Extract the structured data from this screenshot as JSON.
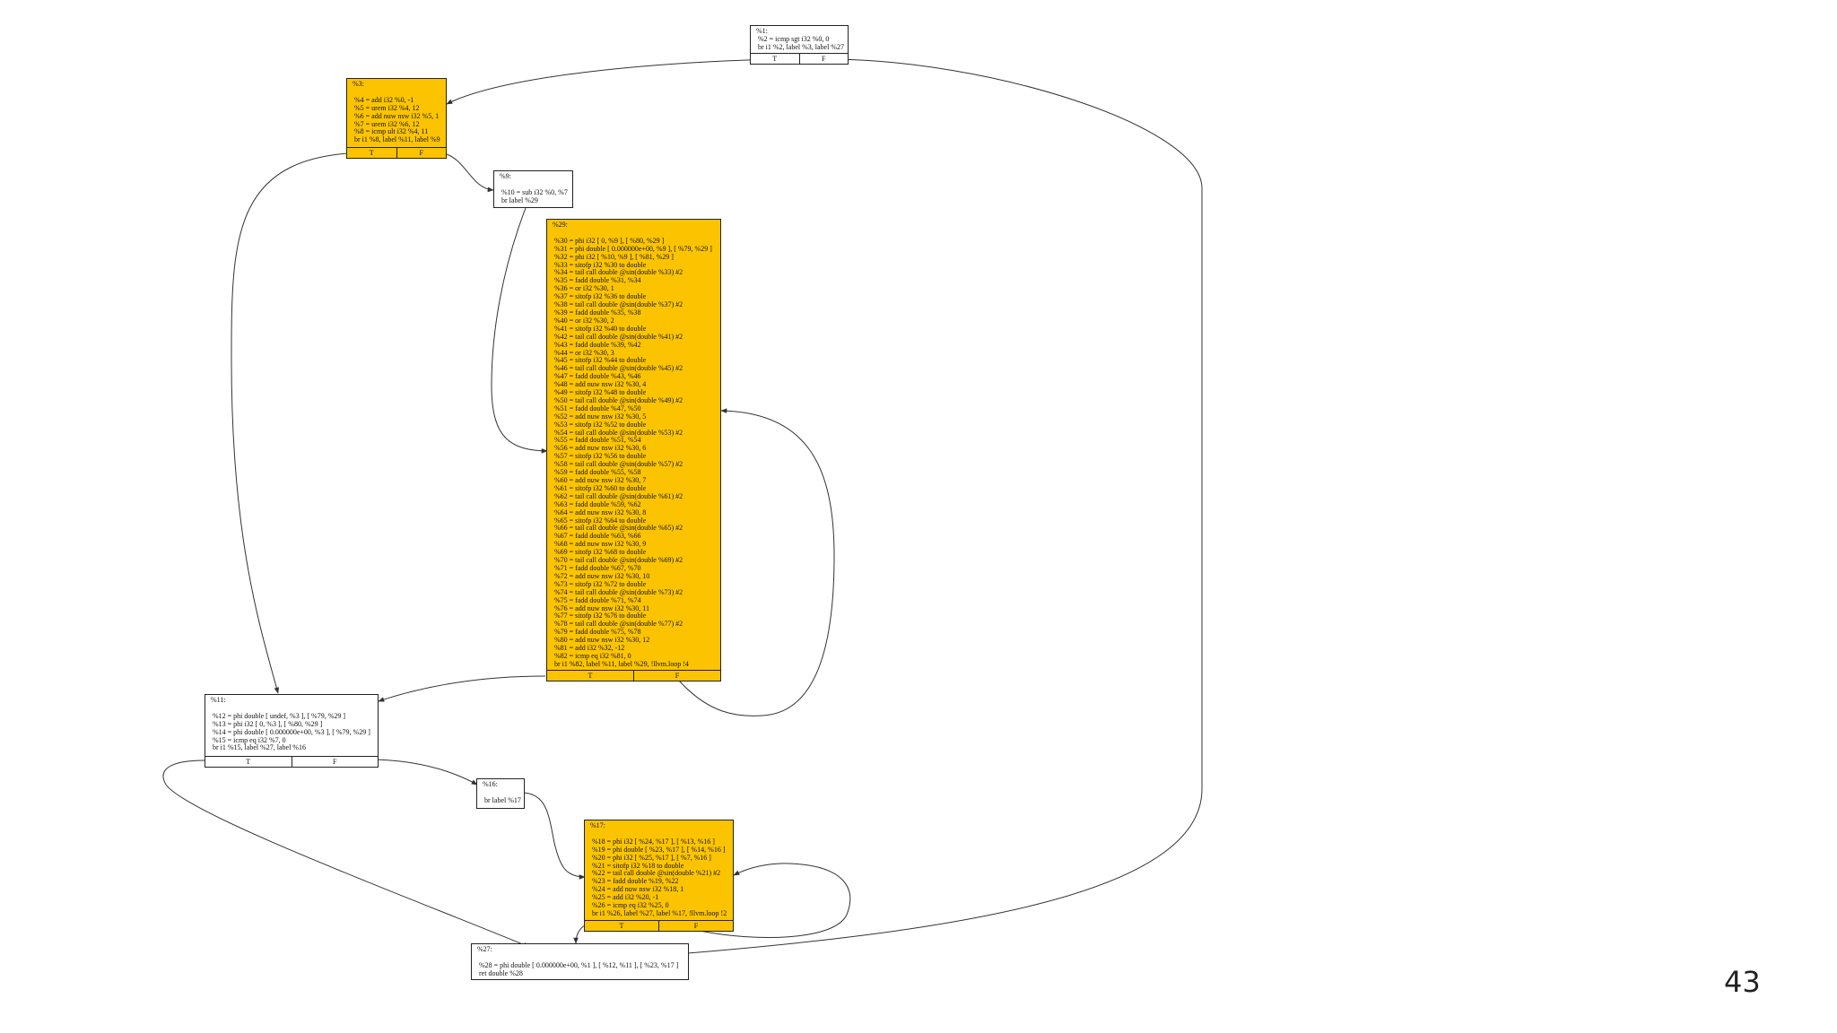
{
  "page_number": "43",
  "blocks": {
    "b1": {
      "lines": [
        "%1:",
        " %2 = icmp sgt i32 %0, 0",
        " br i1 %2, label %3, label %27"
      ],
      "true_label": "T",
      "false_label": "F"
    },
    "b3": {
      "lines": [
        "%3:",
        "",
        " %4 = add i32 %0, -1",
        " %5 = urem i32 %4, 12",
        " %6 = add nuw nsw i32 %5, 1",
        " %7 = urem i32 %6, 12",
        " %8 = icmp ult i32 %4, 11",
        " br i1 %8, label %11, label %9"
      ],
      "true_label": "T",
      "false_label": "F"
    },
    "b9": {
      "lines": [
        "%9:",
        "",
        " %10 = sub i32 %0, %7",
        " br label %29"
      ]
    },
    "b29": {
      "lines": [
        "%29:",
        "",
        " %30 = phi i32 [ 0, %9 ], [ %80, %29 ]",
        " %31 = phi double [ 0.000000e+00, %9 ], [ %79, %29 ]",
        " %32 = phi i32 [ %10, %9 ], [ %81, %29 ]",
        " %33 = sitofp i32 %30 to double",
        " %34 = tail call double @sin(double %33) #2",
        " %35 = fadd double %31, %34",
        " %36 = or i32 %30, 1",
        " %37 = sitofp i32 %36 to double",
        " %38 = tail call double @sin(double %37) #2",
        " %39 = fadd double %35, %38",
        " %40 = or i32 %30, 2",
        " %41 = sitofp i32 %40 to double",
        " %42 = tail call double @sin(double %41) #2",
        " %43 = fadd double %39, %42",
        " %44 = or i32 %30, 3",
        " %45 = sitofp i32 %44 to double",
        " %46 = tail call double @sin(double %45) #2",
        " %47 = fadd double %43, %46",
        " %48 = add nuw nsw i32 %30, 4",
        " %49 = sitofp i32 %48 to double",
        " %50 = tail call double @sin(double %49) #2",
        " %51 = fadd double %47, %50",
        " %52 = add nuw nsw i32 %30, 5",
        " %53 = sitofp i32 %52 to double",
        " %54 = tail call double @sin(double %53) #2",
        " %55 = fadd double %51, %54",
        " %56 = add nuw nsw i32 %30, 6",
        " %57 = sitofp i32 %56 to double",
        " %58 = tail call double @sin(double %57) #2",
        " %59 = fadd double %55, %58",
        " %60 = add nuw nsw i32 %30, 7",
        " %61 = sitofp i32 %60 to double",
        " %62 = tail call double @sin(double %61) #2",
        " %63 = fadd double %59, %62",
        " %64 = add nuw nsw i32 %30, 8",
        " %65 = sitofp i32 %64 to double",
        " %66 = tail call double @sin(double %65) #2",
        " %67 = fadd double %63, %66",
        " %68 = add nuw nsw i32 %30, 9",
        " %69 = sitofp i32 %68 to double",
        " %70 = tail call double @sin(double %69) #2",
        " %71 = fadd double %67, %70",
        " %72 = add nuw nsw i32 %30, 10",
        " %73 = sitofp i32 %72 to double",
        " %74 = tail call double @sin(double %73) #2",
        " %75 = fadd double %71, %74",
        " %76 = add nuw nsw i32 %30, 11",
        " %77 = sitofp i32 %76 to double",
        " %78 = tail call double @sin(double %77) #2",
        " %79 = fadd double %75, %78",
        " %80 = add nuw nsw i32 %30, 12",
        " %81 = add i32 %32, -12",
        " %82 = icmp eq i32 %81, 0",
        " br i1 %82, label %11, label %29, !llvm.loop !4"
      ],
      "true_label": "T",
      "false_label": "F"
    },
    "b11": {
      "lines": [
        "%11:",
        "",
        " %12 = phi double [ undef, %3 ], [ %79, %29 ]",
        " %13 = phi i32 [ 0, %3 ], [ %80, %29 ]",
        " %14 = phi double [ 0.000000e+00, %3 ], [ %79, %29 ]",
        " %15 = icmp eq i32 %7, 0",
        " br i1 %15, label %27, label %16"
      ],
      "true_label": "T",
      "false_label": "F"
    },
    "b16": {
      "lines": [
        "%16:",
        "",
        " br label %17"
      ]
    },
    "b17": {
      "lines": [
        "%17:",
        "",
        " %18 = phi i32 [ %24, %17 ], [ %13, %16 ]",
        " %19 = phi double [ %23, %17 ], [ %14, %16 ]",
        " %20 = phi i32 [ %25, %17 ], [ %7, %16 ]",
        " %21 = sitofp i32 %18 to double",
        " %22 = tail call double @sin(double %21) #2",
        " %23 = fadd double %19, %22",
        " %24 = add nuw nsw i32 %18, 1",
        " %25 = add i32 %20, -1",
        " %26 = icmp eq i32 %25, 0",
        " br i1 %26, label %27, label %17, !llvm.loop !2"
      ],
      "true_label": "T",
      "false_label": "F"
    },
    "b27": {
      "lines": [
        "%27:",
        "",
        " %28 = phi double [ 0.000000e+00, %1 ], [ %12, %11 ], [ %23, %17 ]",
        " ret double %28"
      ]
    }
  },
  "edges": [
    {
      "from": "b1",
      "port": "false",
      "to": "b27"
    },
    {
      "from": "b1",
      "port": "true",
      "to": "b3"
    },
    {
      "from": "b3",
      "port": "true",
      "to": "b11"
    },
    {
      "from": "b3",
      "port": "false",
      "to": "b9"
    },
    {
      "from": "b9",
      "to": "b29"
    },
    {
      "from": "b29",
      "port": "true",
      "to": "b11"
    },
    {
      "from": "b29",
      "port": "false",
      "to": "b29"
    },
    {
      "from": "b11",
      "port": "true",
      "to": "b27"
    },
    {
      "from": "b11",
      "port": "false",
      "to": "b16"
    },
    {
      "from": "b16",
      "to": "b17"
    },
    {
      "from": "b17",
      "port": "true",
      "to": "b27"
    },
    {
      "from": "b17",
      "port": "false",
      "to": "b17"
    }
  ],
  "colors": {
    "hot_block": "#fcc400",
    "edge": "#333333"
  }
}
